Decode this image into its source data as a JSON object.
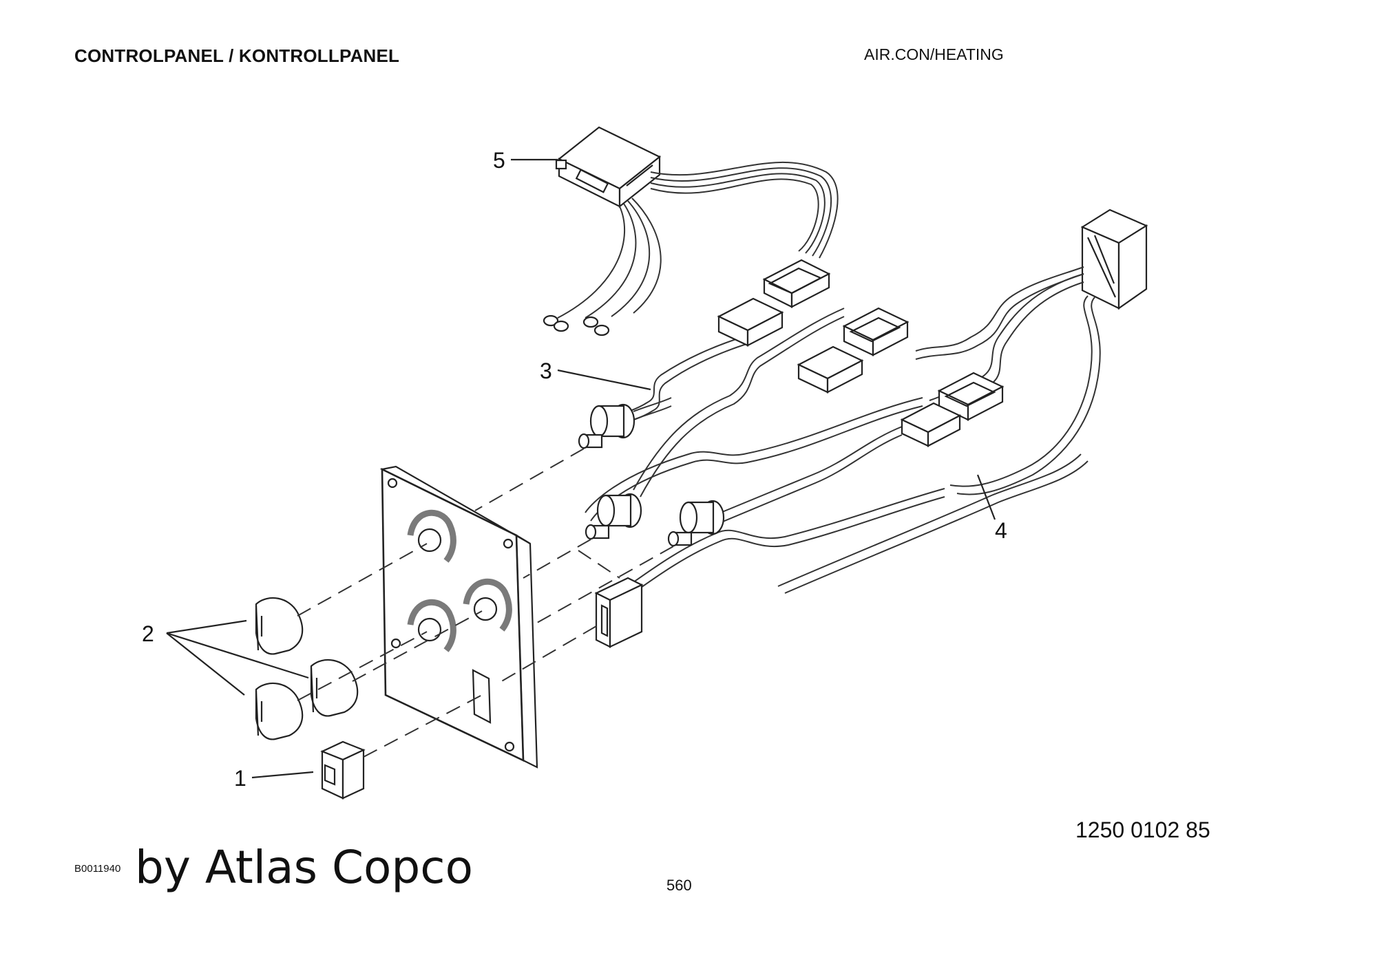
{
  "header": {
    "section_title": "CONTROLPANEL / KONTROLLPANEL",
    "category": "AIR.CON/HEATING"
  },
  "callouts": [
    "1",
    "2",
    "3",
    "4",
    "5"
  ],
  "footer": {
    "document_number": "1250 0102 85",
    "drawing_reference": "B0011940",
    "brand_text": "by Atlas Copco",
    "page_number": "560"
  }
}
